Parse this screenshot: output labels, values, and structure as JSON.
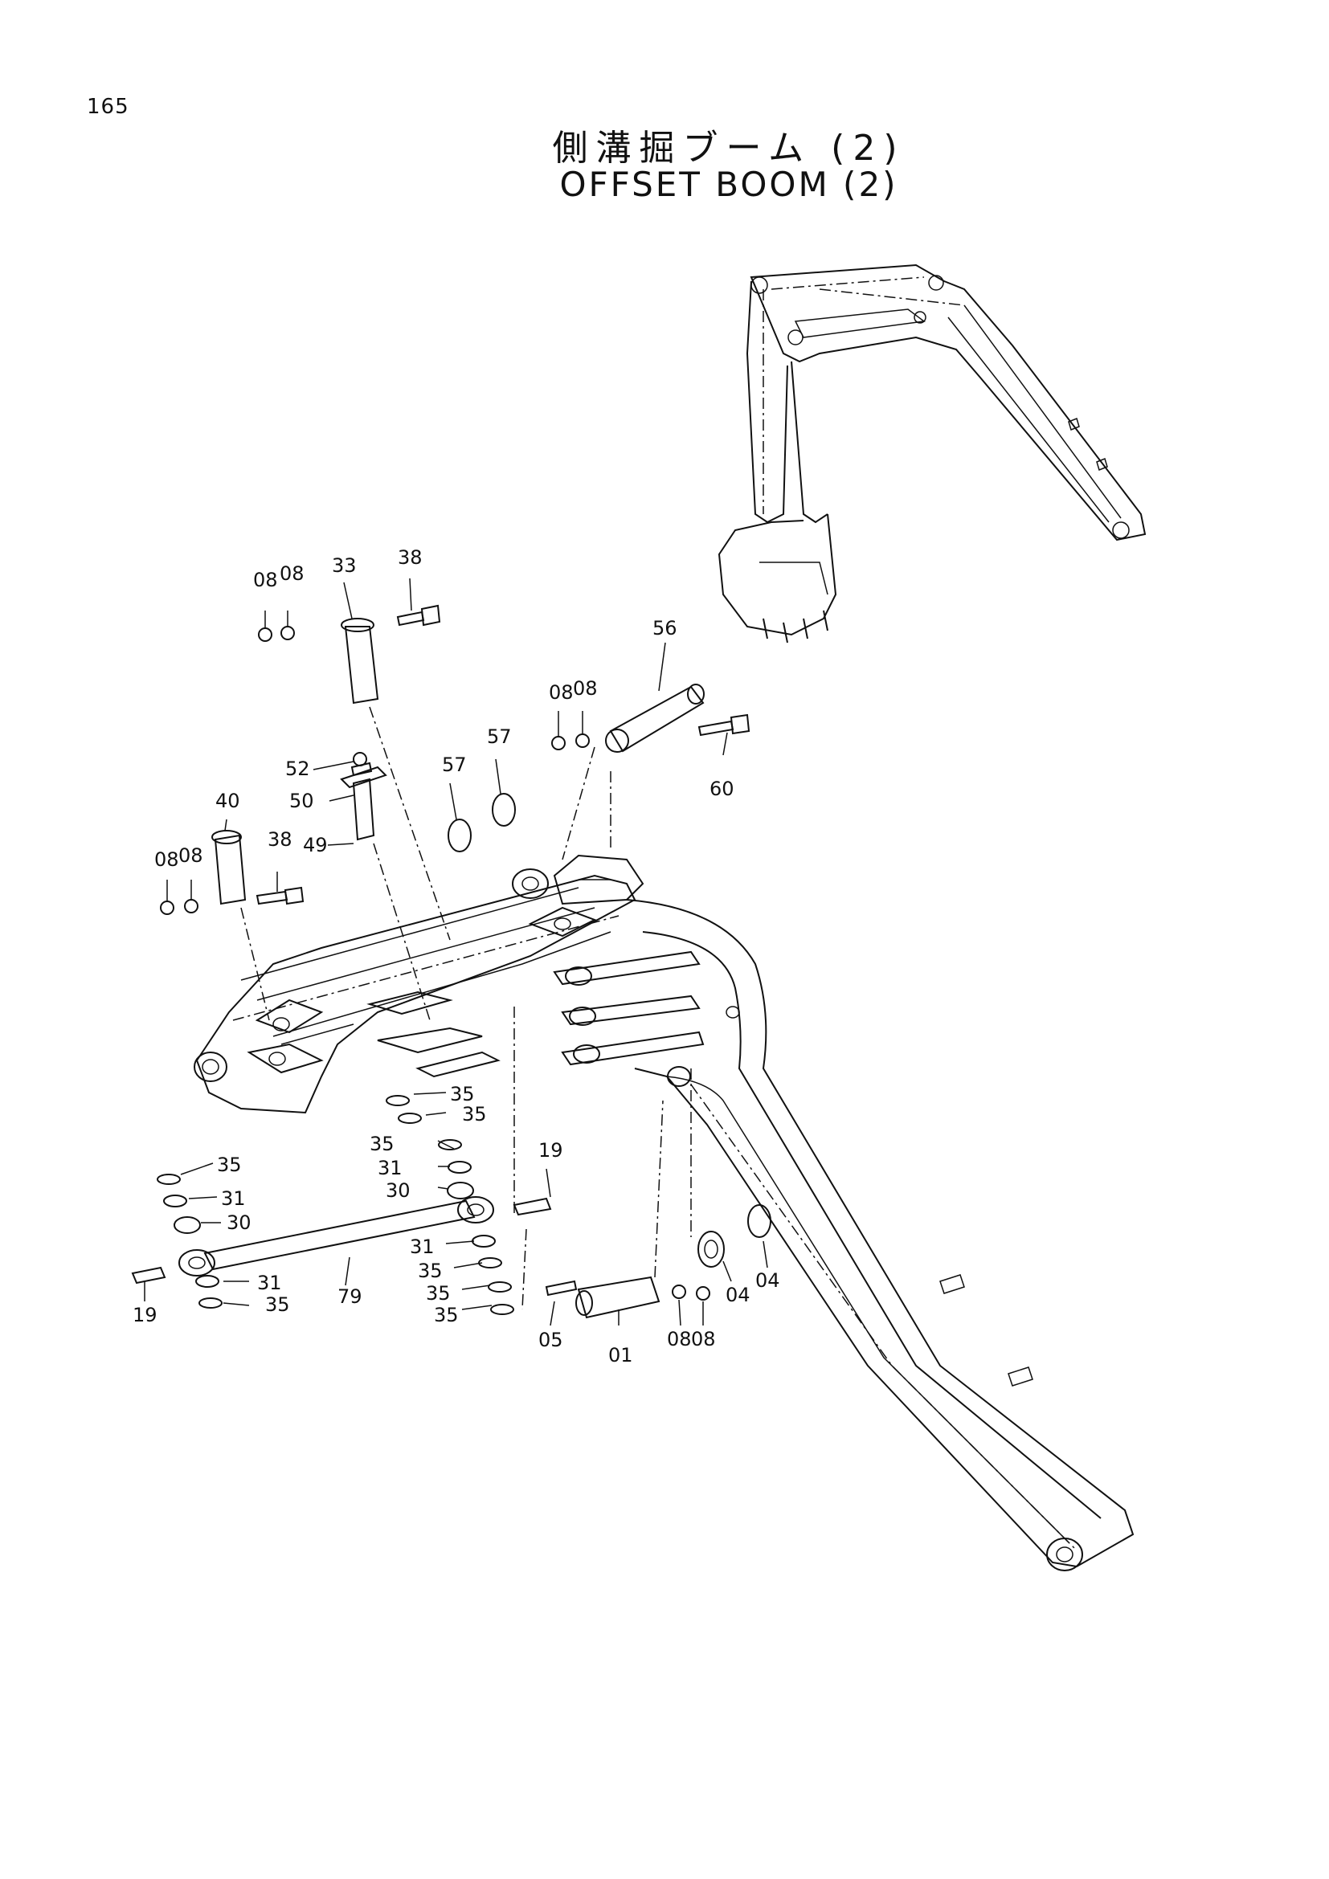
{
  "page_number": "165",
  "title_jp": "側溝掘ブーム (2)",
  "title_en": "OFFSET BOOM (2)",
  "callouts": {
    "c08a": "08",
    "c08b": "08",
    "c33": "33",
    "c38a": "38",
    "c56": "56",
    "c08c": "08",
    "c08d": "08",
    "c57a": "57",
    "c57b": "57",
    "c60": "60",
    "c52": "52",
    "c50": "50",
    "c49": "49",
    "c40": "40",
    "c38b": "38",
    "c08e": "08",
    "c08f": "08",
    "c35a": "35",
    "c35b": "35",
    "c35c": "35",
    "c31a": "31",
    "c30a": "30",
    "c35d": "35",
    "c31b": "31",
    "c30b": "30",
    "c19a": "19",
    "c19b": "19",
    "c31c": "31",
    "c35e": "35",
    "c35f": "35",
    "c35g": "35",
    "c31d": "31",
    "c35h": "35",
    "c79": "79",
    "c05": "05",
    "c01": "01",
    "c08g": "08",
    "c08h": "08",
    "c04a": "04",
    "c04b": "04"
  }
}
